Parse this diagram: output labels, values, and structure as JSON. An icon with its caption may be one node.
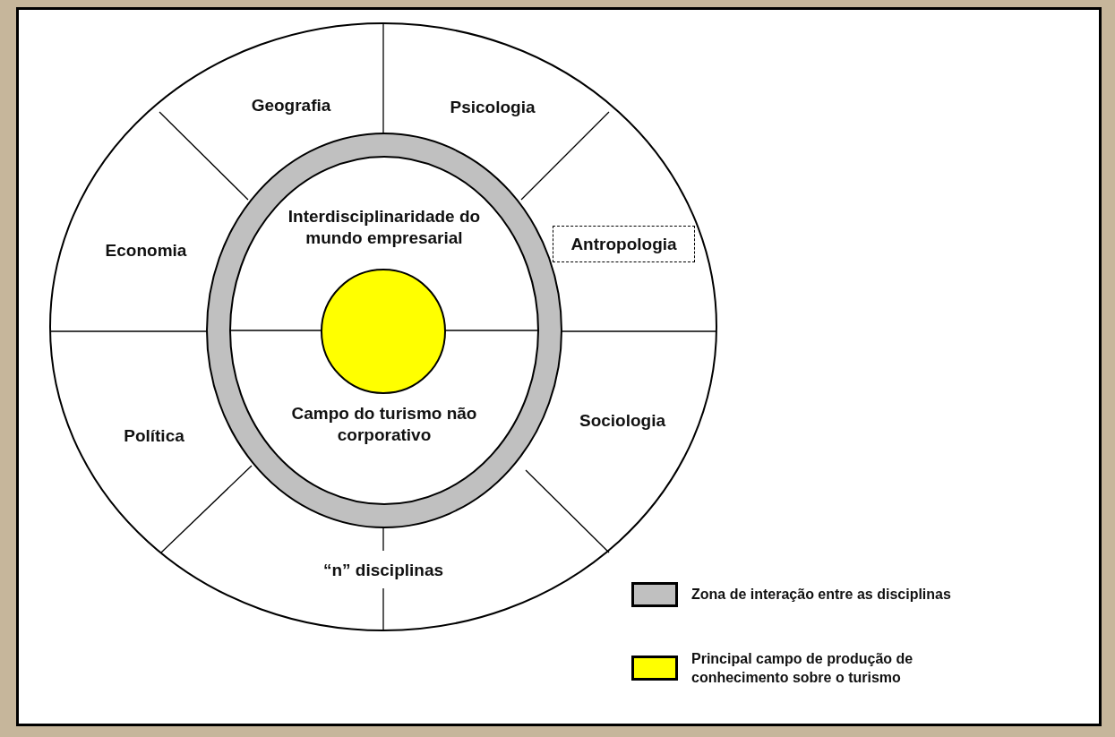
{
  "diagram": {
    "nodes": [
      {
        "text": [],
        "shape": "circle"
      },
      {
        "text": [
          "Antropologia"
        ],
        "in": 0
      },
      {
        "text": [
          "Interdisciplinaridade do mundo empresarial",
          "Campo do turismo não corporativo"
        ],
        "in": 0
      },
      {
        "text": [],
        "shape": "circle",
        "in": 2
      }
    ],
    "edges": [],
    "labels": [
      "Geografia",
      "Psicologia",
      "Economia",
      "Política",
      "Sociologia",
      "“n” disciplinas"
    ],
    "legend": [
      {
        "text": "Zona de interação entre as disciplinas",
        "color": "#c0c0c0"
      },
      {
        "text": "Principal campo de produção de conhecimento sobre o turismo",
        "color": "#ffff00"
      }
    ]
  }
}
